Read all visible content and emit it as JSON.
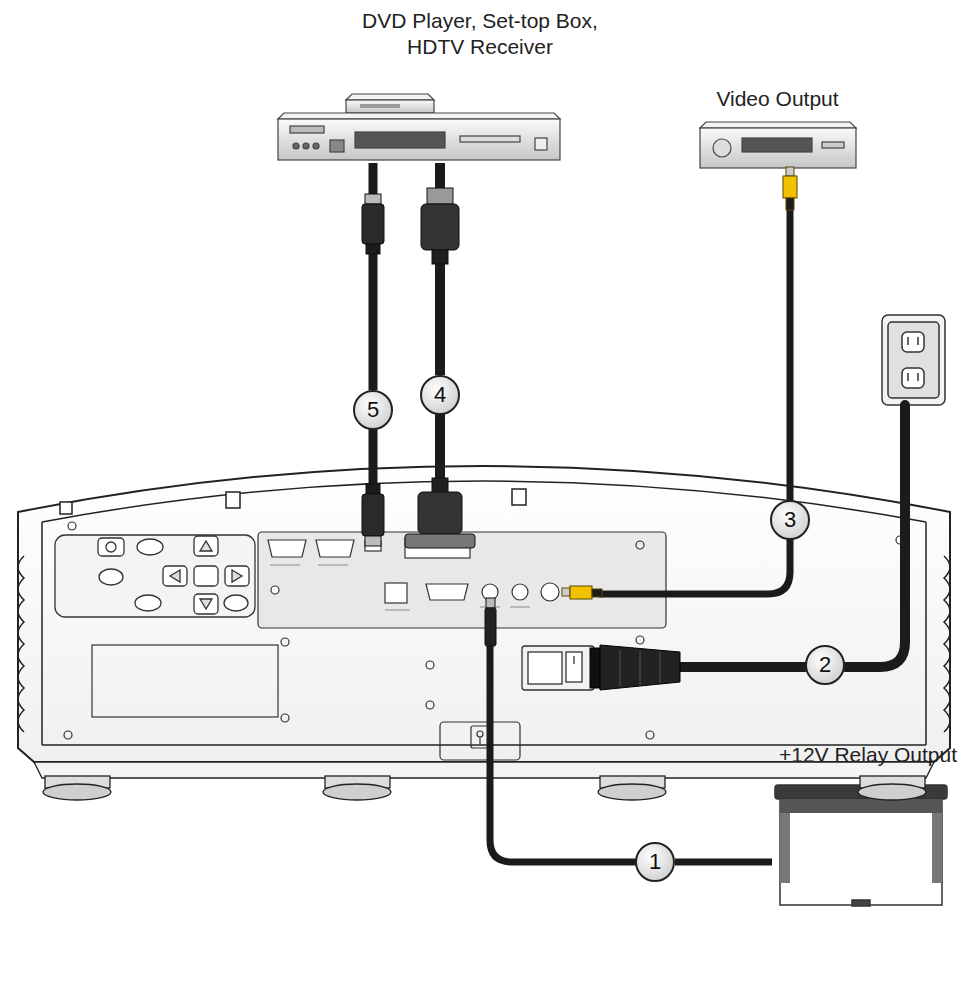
{
  "diagram": {
    "nodes": [
      {
        "text": [
          "DVD Player, Set-top Box, HDTV Receiver"
        ]
      },
      {
        "text": [
          "Video Output"
        ]
      },
      {
        "text": [
          "4"
        ]
      },
      {
        "text": [
          "5"
        ]
      },
      {
        "text": [
          "3"
        ]
      },
      {
        "text": [
          "2"
        ]
      },
      {
        "text": [
          "+12V Relay Output"
        ]
      },
      {
        "text": [
          "1"
        ]
      }
    ],
    "edges": [
      {
        "from": 0,
        "to": 3,
        "arrow": "none"
      },
      {
        "from": 0,
        "to": 2,
        "arrow": "none"
      },
      {
        "from": 1,
        "to": 4,
        "arrow": "none"
      },
      {
        "from": 6,
        "to": 7,
        "arrow": "none"
      }
    ]
  }
}
